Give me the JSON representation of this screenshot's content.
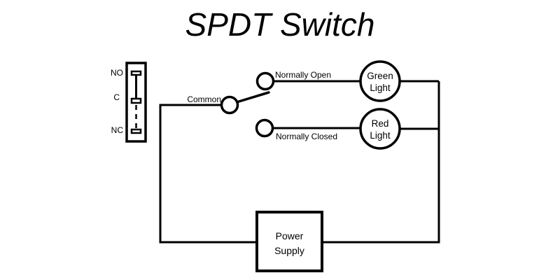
{
  "title": "SPDT Switch",
  "diagram": {
    "switch_slider": {
      "label_no": "NO",
      "label_c": "C",
      "label_nc": "NC"
    },
    "labels": {
      "common": "Common",
      "normally_open": "Normally Open",
      "normally_closed": "Normally Closed"
    },
    "green_light": {
      "line1": "Green",
      "line2": "Light"
    },
    "red_light": {
      "line1": "Red",
      "line2": "Light"
    },
    "power_supply": {
      "line1": "Power",
      "line2": "Supply"
    }
  },
  "colors": {
    "background": "#ffffff",
    "line": "#000000"
  }
}
